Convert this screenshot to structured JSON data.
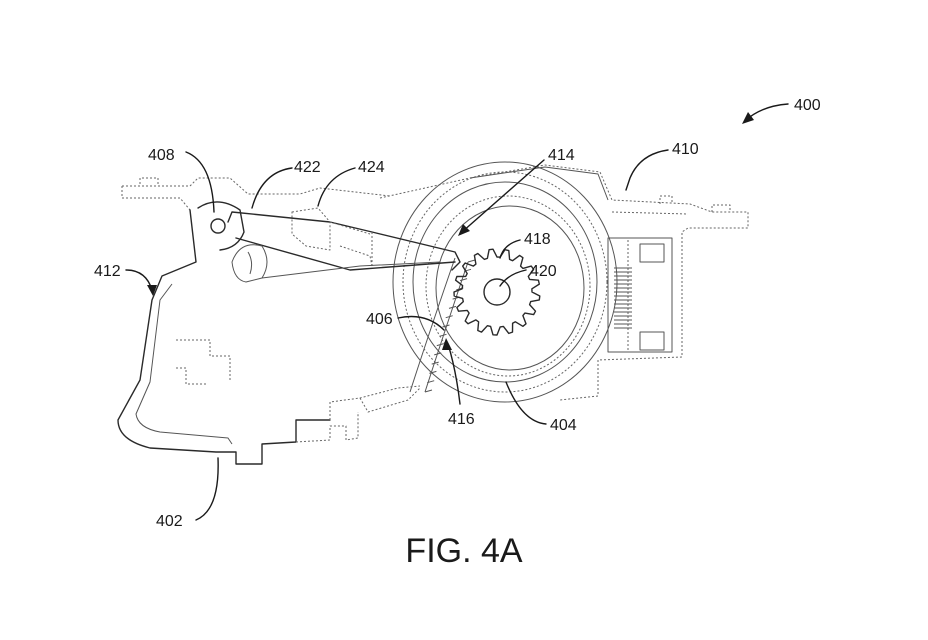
{
  "figure": {
    "caption": "FIG. 4A",
    "reference_numerals": {
      "r400": "400",
      "r402": "402",
      "r404": "404",
      "r406": "406",
      "r408": "408",
      "r410": "410",
      "r412": "412",
      "r414": "414",
      "r416": "416",
      "r418": "418",
      "r420": "420",
      "r422": "422",
      "r424": "424"
    }
  },
  "colors": {
    "line": "#2a2a2a",
    "background": "#ffffff"
  }
}
